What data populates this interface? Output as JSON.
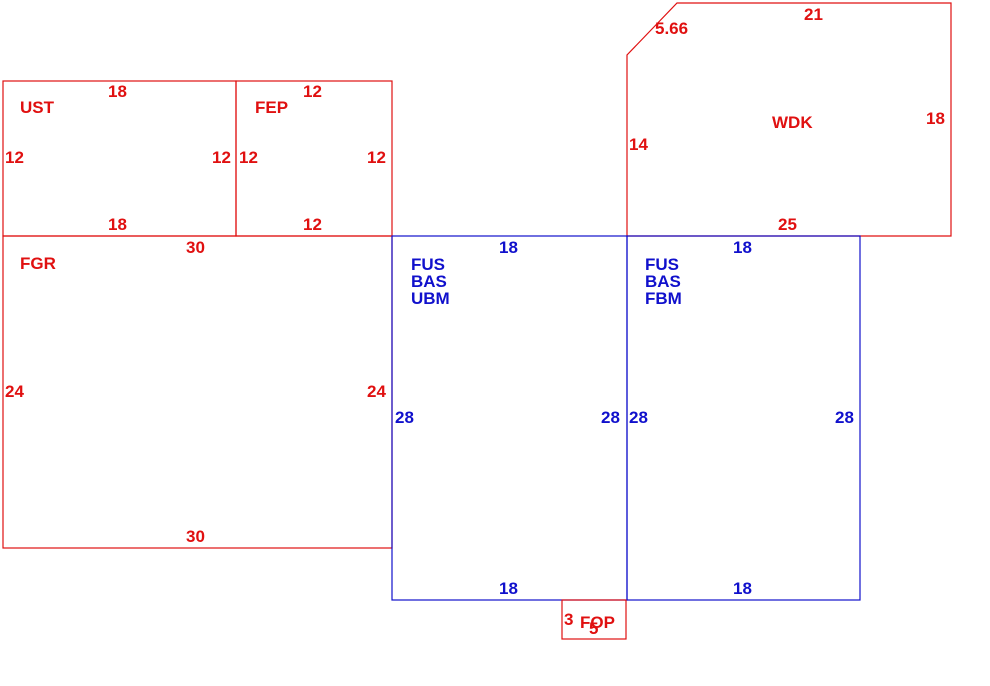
{
  "colors": {
    "red": "#e01010",
    "blue": "#1010cc",
    "background": "#ffffff"
  },
  "areas": {
    "ust": {
      "code": "UST",
      "top": "18",
      "bottom": "18",
      "left": "12",
      "right": "12"
    },
    "fep": {
      "code": "FEP",
      "top": "12",
      "bottom": "12",
      "left": "12",
      "right": "12"
    },
    "wdk": {
      "code": "WDK",
      "top": "21",
      "corner": "5.66",
      "left": "14",
      "right": "18",
      "bottom": "25"
    },
    "fgr": {
      "code": "FGR",
      "top": "30",
      "bottom": "30",
      "left": "24",
      "right": "24"
    },
    "fus1": {
      "line1": "FUS",
      "line2": "BAS",
      "line3": "UBM",
      "top": "18",
      "bottom": "18",
      "left": "28",
      "right": "28"
    },
    "fus2": {
      "line1": "FUS",
      "line2": "BAS",
      "line3": "FBM",
      "top": "18",
      "bottom": "18",
      "left": "28",
      "right": "28"
    },
    "fop": {
      "code": "FOP",
      "left": "3",
      "bottom": "5"
    }
  }
}
